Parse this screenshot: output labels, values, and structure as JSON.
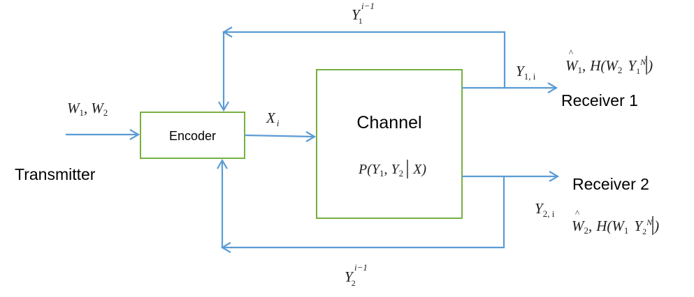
{
  "colors": {
    "box_border": "#76b041",
    "arrow": "#5b9bd5",
    "text": "#000000"
  },
  "blocks": {
    "encoder": {
      "label": "Encoder"
    },
    "channel": {
      "label": "Channel",
      "law_P": "P(",
      "law_Y1": "Y",
      "law_sub1": "1",
      "law_comma": ",",
      "law_Y2": "Y",
      "law_sub2": "2",
      "law_X": "X",
      "law_close": ")"
    }
  },
  "nodes": {
    "transmitter": "Transmitter",
    "receiver1": "Receiver 1",
    "receiver2": "Receiver 2"
  },
  "signals": {
    "messages": {
      "W1": "W",
      "sub1": "1",
      "comma": ",",
      "W2": "W",
      "sub2": "2"
    },
    "x_i": {
      "X": "X",
      "sub": "i"
    },
    "y1_i": {
      "Y": "Y",
      "sub": "1, i"
    },
    "y2_i": {
      "Y": "Y",
      "sub": "2, i"
    },
    "y1_past": {
      "Y": "Y",
      "sub": "1",
      "sup": "i−1"
    },
    "y2_past": {
      "Y": "Y",
      "sub": "2",
      "sup": "i−1"
    }
  },
  "outputs": {
    "r1": {
      "hat": "^",
      "W": "W",
      "Wsub": "1",
      "comma": ",",
      "H": "H(W",
      "Hsub": "2",
      "Y": "Y",
      "Ysub": "1",
      "Ysup": "N",
      "close": ")"
    },
    "r2": {
      "hat": "^",
      "W": "W",
      "Wsub": "2",
      "comma": ",",
      "H": "H(W",
      "Hsub": "1",
      "Y": "Y",
      "Ysub": "2",
      "Ysup": "N",
      "close": ")"
    }
  }
}
